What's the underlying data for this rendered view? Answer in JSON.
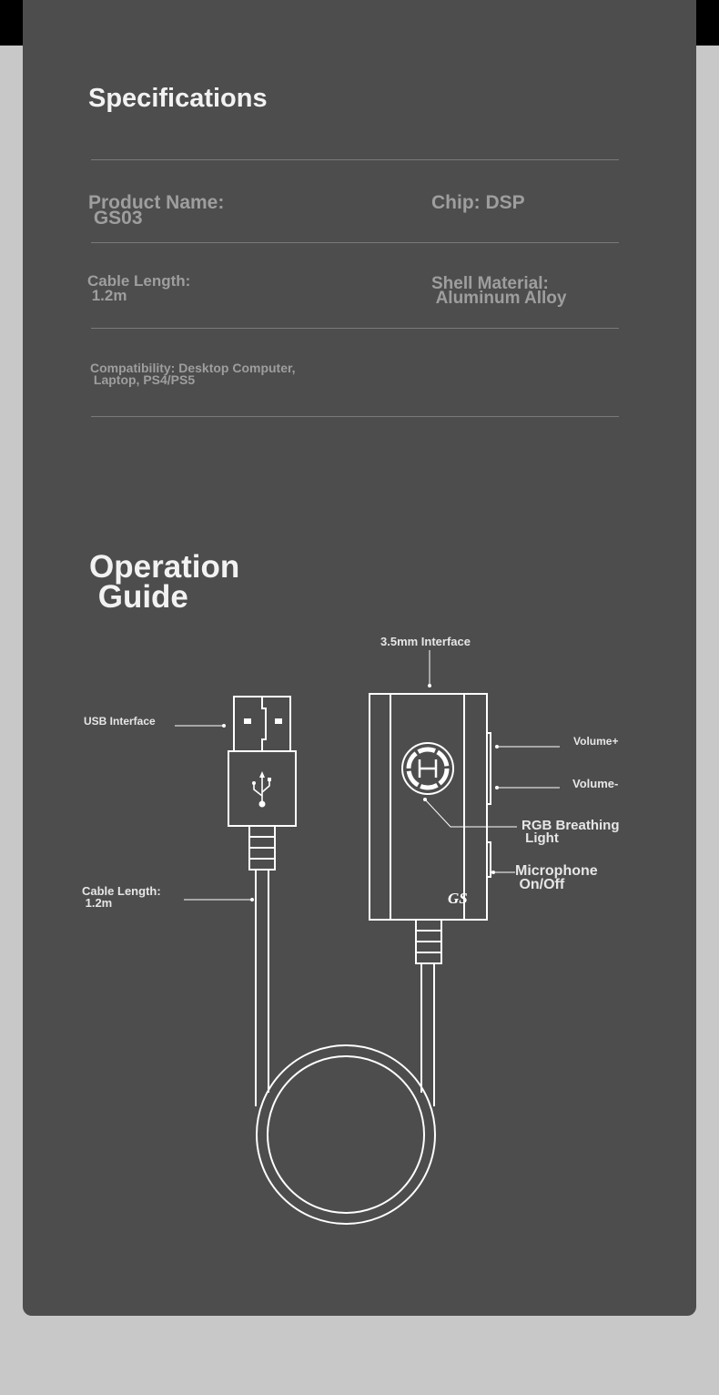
{
  "specifications": {
    "title": "Specifications",
    "product_name": "Product Name:\n GS03",
    "chip": "Chip: DSP",
    "cable_length": "Cable Length:\n 1.2m",
    "shell_material": "Shell Material:\n Aluminum Alloy",
    "compatibility": "Compatibility: Desktop Computer,\n Laptop, PS4/PS5"
  },
  "operation_guide": {
    "title": "Operation\n Guide",
    "labels": {
      "interface_35mm": "3.5mm Interface",
      "usb_interface": "USB Interface",
      "volume_up": "Volume+",
      "volume_down": "Volume-",
      "rgb_light": "RGB Breathing\n Light",
      "mic_toggle": "Microphone\n On/Off",
      "cable_length": "Cable Length:\n 1.2m"
    },
    "brand_mark": "GS"
  },
  "colors": {
    "panel": "#4d4d4d",
    "background": "#c8c8c8",
    "line_art": "#ffffff",
    "spec_text": "#9e9e9e"
  }
}
